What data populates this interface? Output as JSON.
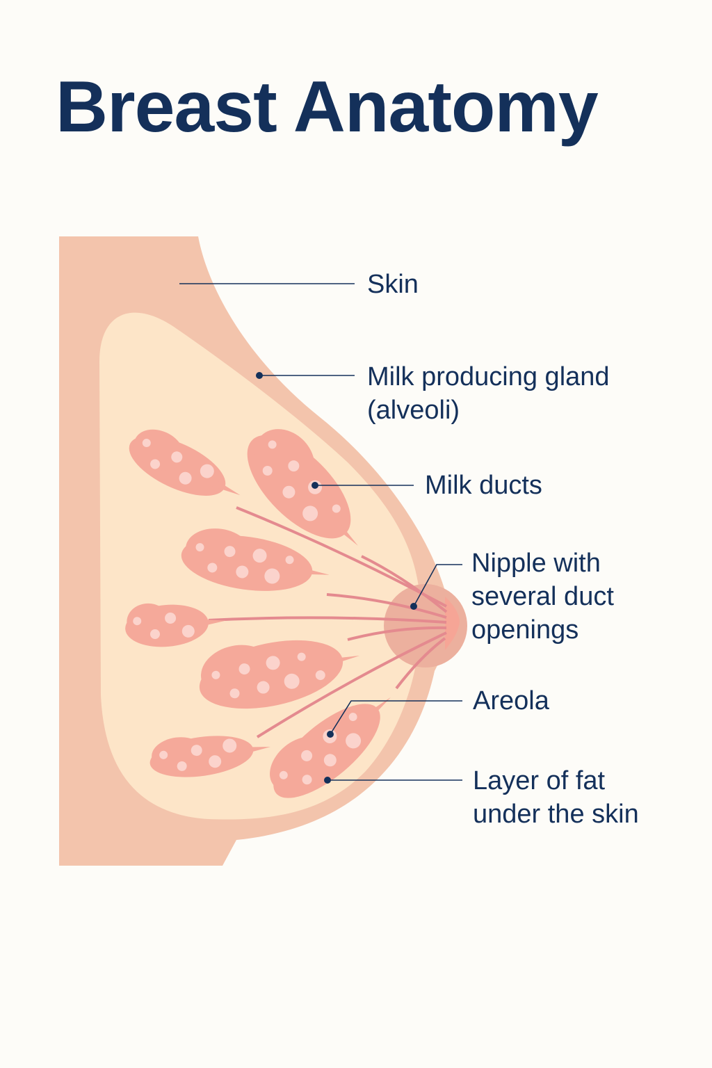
{
  "title": "Breast Anatomy",
  "labels": {
    "skin": "Skin",
    "gland": [
      "Milk producing gland",
      "(alveoli)"
    ],
    "ducts": "Milk ducts",
    "nipple": [
      "Nipple with",
      "several duct",
      "openings"
    ],
    "areola": "Areola",
    "fat": [
      "Layer of fat",
      "under the skin"
    ]
  },
  "colors": {
    "text": "#14305a",
    "skin": "#f3c4ac",
    "fat": "#fde5c8",
    "lobule": "#f5a99a",
    "lobule_dot": "#fbd3cc",
    "duct": "#e48a8f",
    "areola": "#ecb09e",
    "nipple": "#f6a596"
  }
}
